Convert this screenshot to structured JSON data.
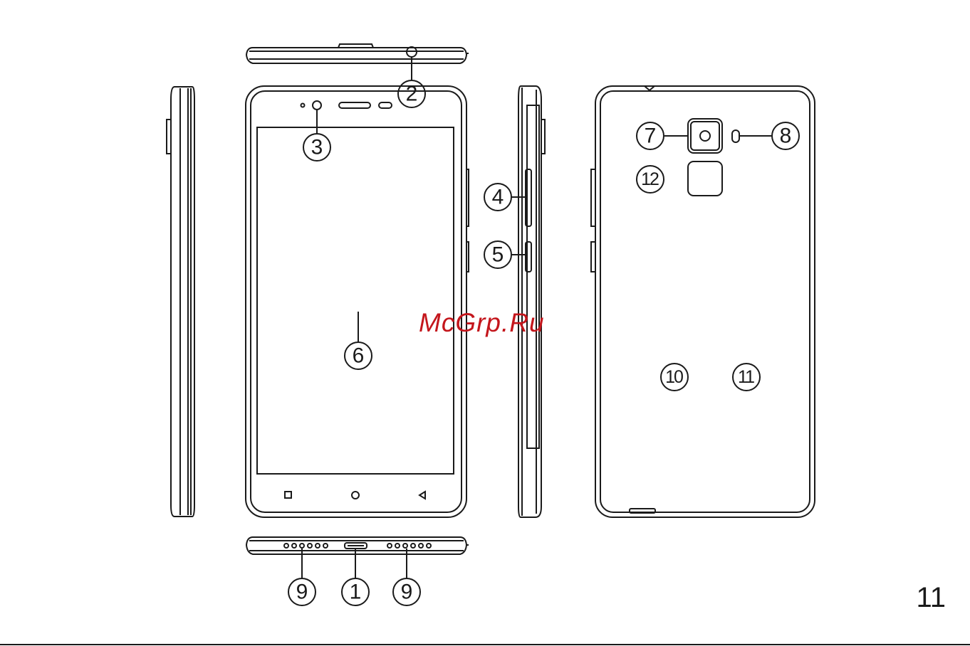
{
  "callouts": {
    "c1": "1",
    "c2": "2",
    "c3": "3",
    "c4": "4",
    "c5": "5",
    "c6": "6",
    "c7": "7",
    "c8": "8",
    "c9_left": "9",
    "c9_right": "9",
    "c10": "10",
    "c11": "11",
    "c12": "12"
  },
  "page_number": "11",
  "watermark": "McGrp.Ru",
  "colors": {
    "line": "#1a1a1a",
    "watermark": "#c4161c",
    "background": "#ffffff"
  }
}
